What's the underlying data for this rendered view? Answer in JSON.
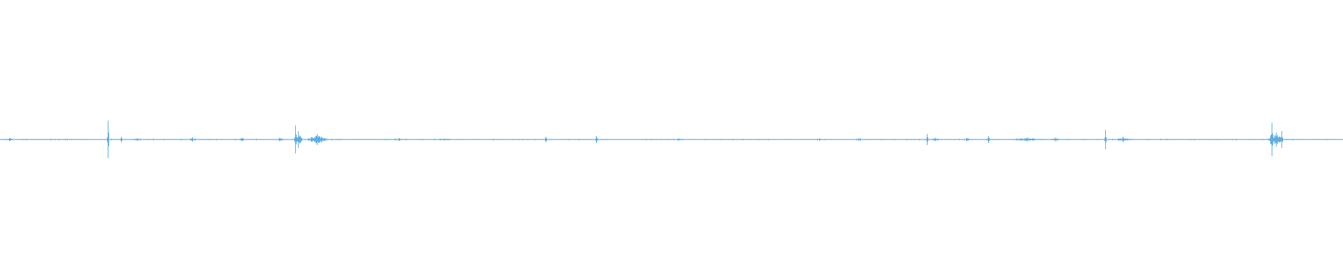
{
  "chart_data": {
    "type": "waveform",
    "title": "",
    "xlabel": "",
    "ylabel": "",
    "ylim": [
      -1,
      1
    ],
    "grid": false,
    "legend": "none",
    "color": "#5dade2",
    "baseline_amplitude": 0.004,
    "events": [
      {
        "time_pct": 0.7,
        "amp": 0.012,
        "spread": 0.3
      },
      {
        "time_pct": 8.0,
        "amp": 0.135,
        "spread": 0.05
      },
      {
        "time_pct": 9.0,
        "amp": 0.02,
        "spread": 0.05
      },
      {
        "time_pct": 10.2,
        "amp": 0.01,
        "spread": 0.6
      },
      {
        "time_pct": 14.3,
        "amp": 0.015,
        "spread": 0.4
      },
      {
        "time_pct": 18.0,
        "amp": 0.012,
        "spread": 0.3
      },
      {
        "time_pct": 20.8,
        "amp": 0.012,
        "spread": 0.4
      },
      {
        "time_pct": 22.0,
        "amp": 0.1,
        "spread": 0.05
      },
      {
        "time_pct": 22.2,
        "amp": 0.06,
        "spread": 0.3
      },
      {
        "time_pct": 23.6,
        "amp": 0.04,
        "spread": 0.8
      },
      {
        "time_pct": 29.7,
        "amp": 0.01,
        "spread": 1.2
      },
      {
        "time_pct": 33.0,
        "amp": 0.008,
        "spread": 1.5
      },
      {
        "time_pct": 40.6,
        "amp": 0.02,
        "spread": 0.1
      },
      {
        "time_pct": 44.4,
        "amp": 0.025,
        "spread": 0.1
      },
      {
        "time_pct": 50.5,
        "amp": 0.008,
        "spread": 0.5
      },
      {
        "time_pct": 61.0,
        "amp": 0.008,
        "spread": 1.0
      },
      {
        "time_pct": 64.0,
        "amp": 0.012,
        "spread": 0.3
      },
      {
        "time_pct": 69.0,
        "amp": 0.04,
        "spread": 0.05
      },
      {
        "time_pct": 69.6,
        "amp": 0.012,
        "spread": 0.5
      },
      {
        "time_pct": 72.0,
        "amp": 0.012,
        "spread": 0.6
      },
      {
        "time_pct": 73.6,
        "amp": 0.025,
        "spread": 0.1
      },
      {
        "time_pct": 76.5,
        "amp": 0.015,
        "spread": 1.5
      },
      {
        "time_pct": 78.6,
        "amp": 0.015,
        "spread": 0.4
      },
      {
        "time_pct": 82.3,
        "amp": 0.07,
        "spread": 0.05
      },
      {
        "time_pct": 83.6,
        "amp": 0.02,
        "spread": 0.6
      },
      {
        "time_pct": 94.7,
        "amp": 0.12,
        "spread": 0.1
      },
      {
        "time_pct": 95.0,
        "amp": 0.05,
        "spread": 0.6
      },
      {
        "time_pct": 95.4,
        "amp": 0.06,
        "spread": 0.1
      }
    ]
  }
}
